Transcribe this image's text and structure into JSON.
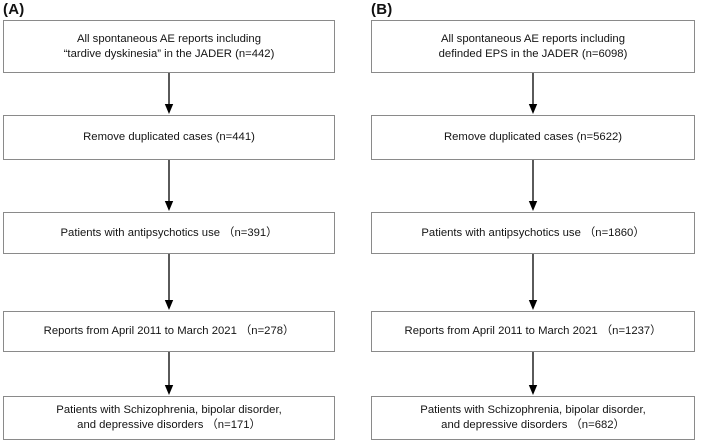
{
  "figure": {
    "type": "flowchart",
    "panels": [
      {
        "label": "(A)",
        "nodes": [
          {
            "text": "All spontaneous AE reports including\n“tardive dyskinesia”  in the JADER (n=442)",
            "count": 442
          },
          {
            "text": "Remove duplicated cases (n=441)",
            "count": 441
          },
          {
            "text": "Patients with antipsychotics use （n=391）",
            "count": 391
          },
          {
            "text": "Reports from April 2011 to March 2021 （n=278）",
            "count": 278
          },
          {
            "text": "Patients with Schizophrenia, bipolar disorder,\nand depressive disorders （n=171）",
            "count": 171
          }
        ]
      },
      {
        "label": "(B)",
        "nodes": [
          {
            "text": "All spontaneous AE reports including\ndefinded EPS in the JADER (n=6098)",
            "count": 6098
          },
          {
            "text": "Remove duplicated cases (n=5622)",
            "count": 5622
          },
          {
            "text": "Patients with antipsychotics use （n=1860）",
            "count": 1860
          },
          {
            "text": "Reports from April 2011 to March 2021 （n=1237）",
            "count": 1237
          },
          {
            "text": "Patients with Schizophrenia, bipolar disorder,\nand depressive disorders （n=682）",
            "count": 682
          }
        ]
      }
    ],
    "colors": {
      "box_border": "#8a8a8a",
      "arrow": "#000000",
      "text": "#141414",
      "background": "#ffffff"
    }
  }
}
